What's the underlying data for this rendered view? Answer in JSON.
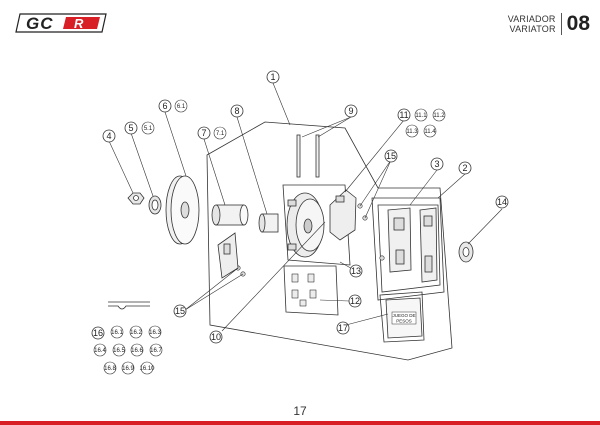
{
  "header": {
    "logo_text": "GCR",
    "title_es": "VARIADOR",
    "title_en": "VARIATOR",
    "section_number": "08"
  },
  "colors": {
    "brand_red": "#d81f26",
    "line": "#333333"
  },
  "parts": {
    "p1": "1",
    "p2": "2",
    "p3": "3",
    "p4": "4",
    "p5": "5",
    "p5_1": "5.1",
    "p6": "6",
    "p6_1": "6.1",
    "p7": "7",
    "p7_1": "7.1",
    "p8": "8",
    "p9": "9",
    "p10": "10",
    "p11": "11",
    "p11_1": "11.1",
    "p11_2": "11.2",
    "p11_3": "11.3",
    "p11_4": "11.4",
    "p12": "12",
    "p13": "13",
    "p14": "14",
    "p15a": "15",
    "p15b": "15",
    "p16": "16",
    "p16_1": "16.1",
    "p16_2": "16.2",
    "p16_3": "16.3",
    "p16_4": "16.4",
    "p16_5": "16.5",
    "p16_6": "16.6",
    "p16_7": "16.7",
    "p16_8": "16.8",
    "p16_9": "16.9",
    "p16_10": "16.10",
    "p17": "17"
  },
  "kit_label_line1": "JUEGO DE",
  "kit_label_line2": "PESOS",
  "page_number": "17"
}
